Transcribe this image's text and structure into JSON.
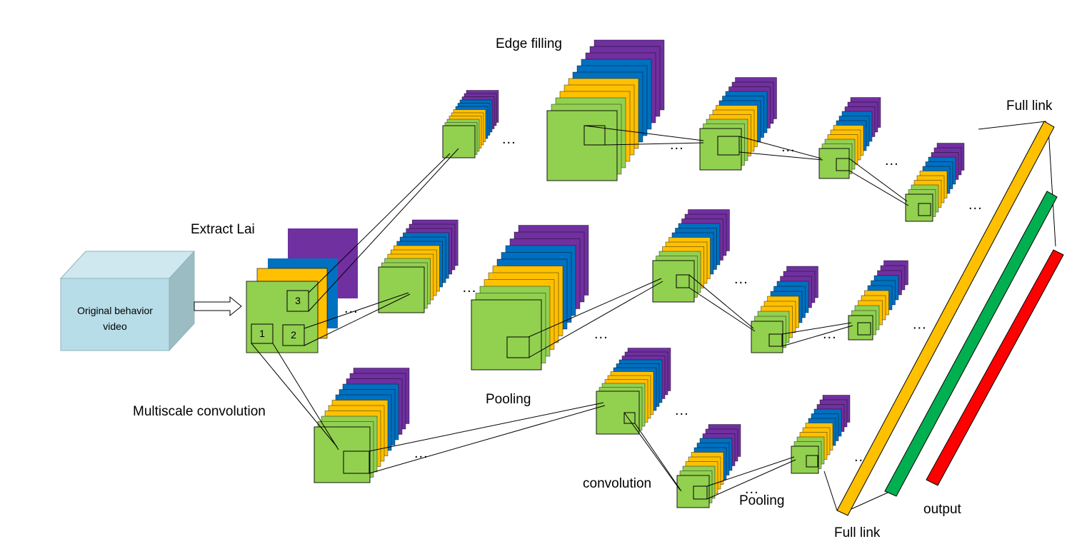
{
  "labels": {
    "input_box": [
      "Original behavior",
      "video"
    ],
    "extract": "Extract Lai",
    "edge_filling": "Edge filling",
    "multiscale": "Multiscale convolution",
    "pooling_mid": "Pooling",
    "convolution_bottom": "convolution",
    "pooling_bottom": "Pooling",
    "full_link_top": "Full link",
    "full_link_bottom": "Full link",
    "output": "output",
    "ellipsis": "...",
    "kernel_numbers": [
      "1",
      "2",
      "3"
    ]
  },
  "colors": {
    "green": "#92d050",
    "gold": "#ffc000",
    "blue": "#0070c0",
    "purple": "#7030a0",
    "box_face": "#b7dde8",
    "box_top": "#cfe7ef",
    "box_side": "#9bbcc3",
    "bar_gold": "#ffc000",
    "bar_green": "#00b050",
    "bar_red": "#ff0000"
  }
}
